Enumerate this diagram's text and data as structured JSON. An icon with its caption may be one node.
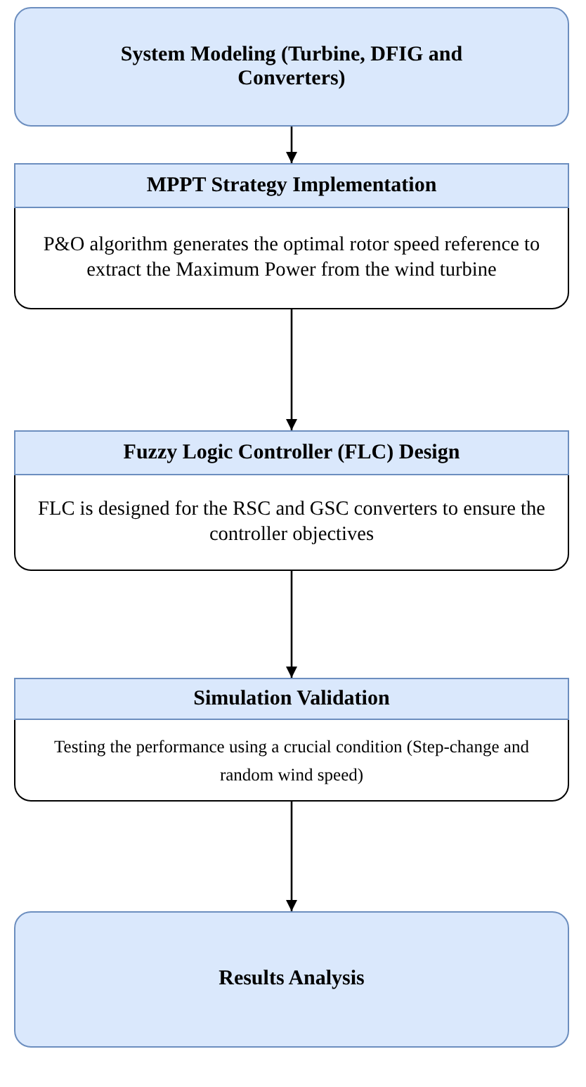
{
  "diagram": {
    "nodes": [
      {
        "text": [
          "System Modeling (Turbine, DFIG and Converters)"
        ]
      },
      {
        "text": [
          "MPPT Strategy Implementation"
        ]
      },
      {
        "text": [
          "P&O algorithm generates the optimal rotor speed reference to extract the Maximum Power from the wind turbine"
        ]
      },
      {
        "text": [
          "Fuzzy Logic Controller (FLC) Design"
        ]
      },
      {
        "text": [
          "FLC is designed for the RSC and GSC converters to ensure the controller objectives"
        ]
      },
      {
        "text": [
          "Simulation Validation"
        ]
      },
      {
        "text": [
          "Testing the performance using a crucial condition (Step-change and random wind speed)"
        ]
      },
      {
        "text": [
          "Results Analysis"
        ]
      }
    ],
    "edges": [
      {
        "from": 0,
        "to": 1,
        "arrow": "to"
      },
      {
        "from": 2,
        "to": 3,
        "arrow": "to"
      },
      {
        "from": 4,
        "to": 5,
        "arrow": "to"
      },
      {
        "from": 6,
        "to": 7,
        "arrow": "to"
      }
    ]
  }
}
